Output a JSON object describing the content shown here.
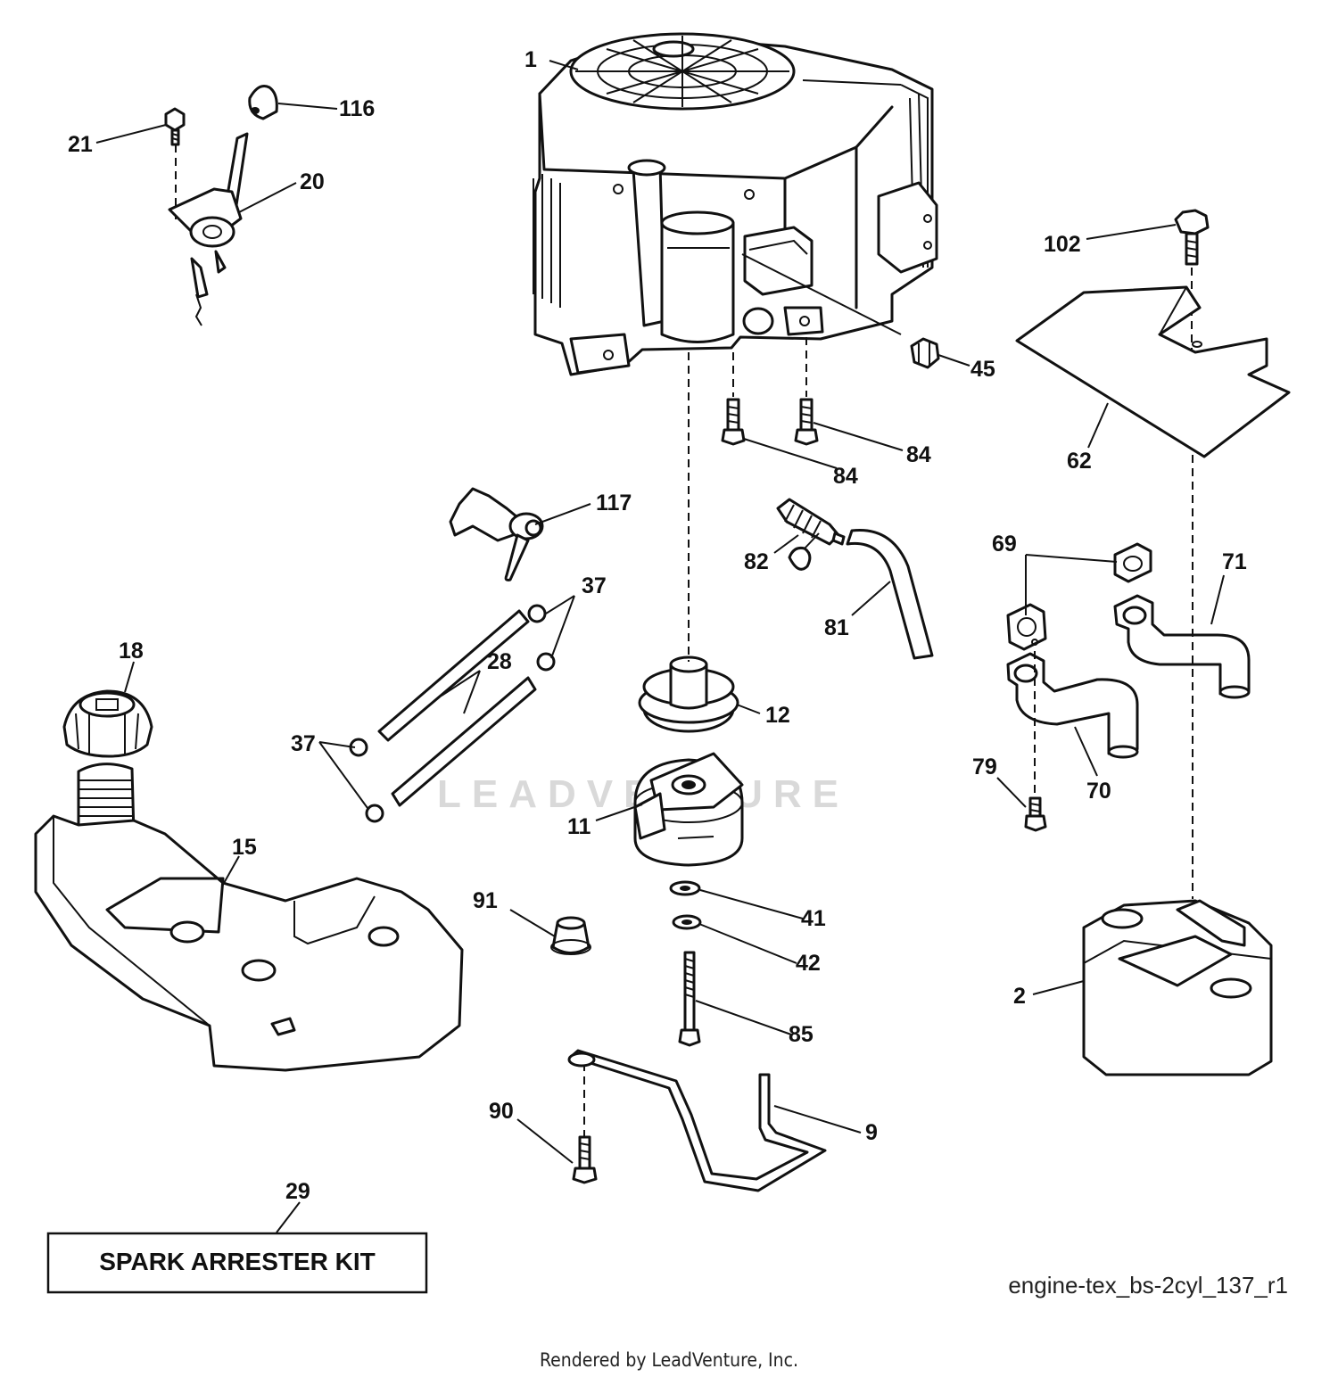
{
  "diagram": {
    "kit_box_label": "SPARK ARRESTER KIT",
    "diagram_id": "engine-tex_bs-2cyl_137_r1",
    "rendered_by": "Rendered by LeadVenture, Inc.",
    "watermark": "LEADVENTURE",
    "callouts": {
      "c1": "1",
      "c116": "116",
      "c21": "21",
      "c20": "20",
      "c102": "102",
      "c45": "45",
      "c84a": "84",
      "c84b": "84",
      "c62": "62",
      "c117": "117",
      "c82": "82",
      "c81": "81",
      "c69": "69",
      "c71": "71",
      "c37a": "37",
      "c37b": "37",
      "c28": "28",
      "c18": "18",
      "c12": "12",
      "c79": "79",
      "c70": "70",
      "c11": "11",
      "c15": "15",
      "c91": "91",
      "c41": "41",
      "c42": "42",
      "c2": "2",
      "c85": "85",
      "c90": "90",
      "c9": "9",
      "c29": "29"
    }
  }
}
